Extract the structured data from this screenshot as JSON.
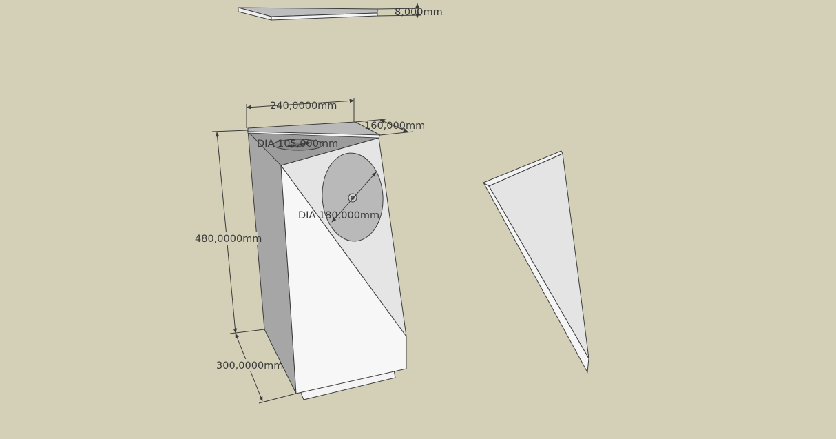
{
  "dimensions": {
    "panel_thickness": "8,000mm",
    "width": "240,0000mm",
    "depth_top": "160,000mm",
    "port_diameter": "DIA 105,000mm",
    "driver_diameter": "DIA 180,000mm",
    "height": "480,0000mm",
    "depth_base": "300,0000mm"
  },
  "colors": {
    "background": "#d3d0b7",
    "edge": "#3c3c3c",
    "face_white": "#f7f7f7",
    "face_light": "#e6e6e6",
    "face_mid": "#bcbcbc",
    "face_dark": "#9a9a9a",
    "dimension_line": "#3a3a3a"
  }
}
